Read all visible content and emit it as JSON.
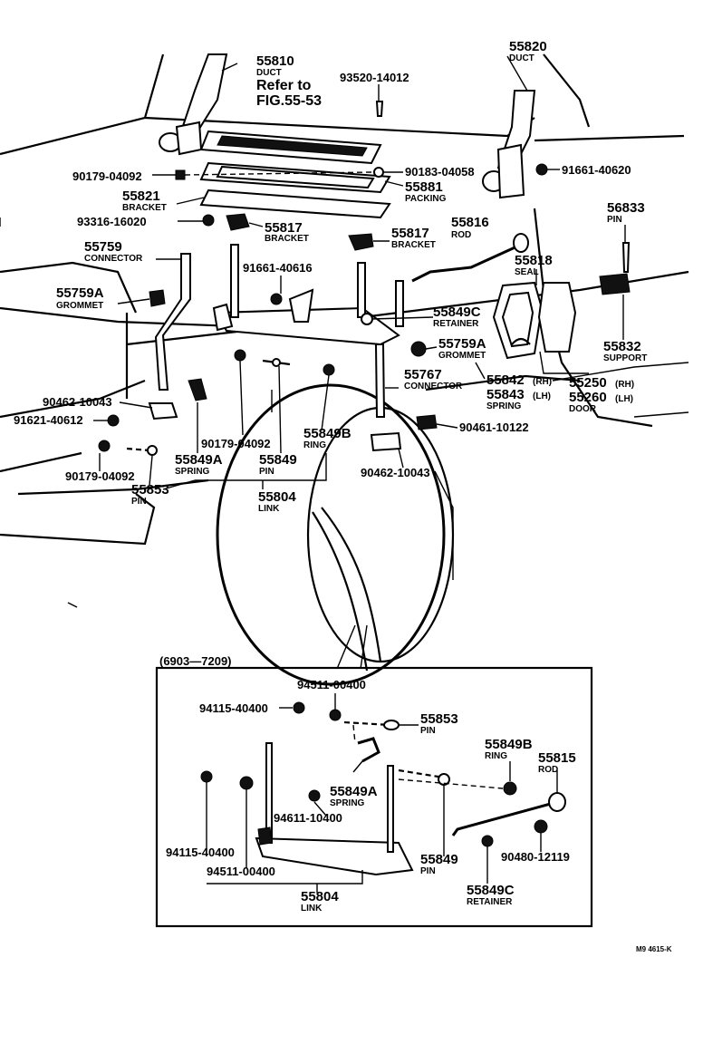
{
  "main_labels": [
    {
      "id": "l55810",
      "num": "55810",
      "name": "DUCT"
    },
    {
      "id": "l55820",
      "num": "55820",
      "name": "DUCT"
    },
    {
      "id": "l93520",
      "num": "93520-14012",
      "name": ""
    },
    {
      "id": "l90179a",
      "num": "90179-04092",
      "name": ""
    },
    {
      "id": "l90183",
      "num": "90183-04058",
      "name": ""
    },
    {
      "id": "l91661a",
      "num": "91661-40620",
      "name": ""
    },
    {
      "id": "l55881",
      "num": "55881",
      "name": "PACKING"
    },
    {
      "id": "l55821",
      "num": "55821",
      "name": "BRACKET"
    },
    {
      "id": "l93316",
      "num": "93316-16020",
      "name": ""
    },
    {
      "id": "l55817a",
      "num": "55817",
      "name": "BRACKET"
    },
    {
      "id": "l55817b",
      "num": "55817",
      "name": "BRACKET"
    },
    {
      "id": "l55816",
      "num": "55816",
      "name": "ROD"
    },
    {
      "id": "l56833",
      "num": "56833",
      "name": "PIN"
    },
    {
      "id": "l55759",
      "num": "55759",
      "name": "CONNECTOR"
    },
    {
      "id": "l91661b",
      "num": "91661-40616",
      "name": ""
    },
    {
      "id": "l55818",
      "num": "55818",
      "name": "SEAL"
    },
    {
      "id": "l55759A1",
      "num": "55759A",
      "name": "GROMMET"
    },
    {
      "id": "l55849C",
      "num": "55849C",
      "name": "RETAINER"
    },
    {
      "id": "l55759A2",
      "num": "55759A",
      "name": "GROMMET"
    },
    {
      "id": "l55832",
      "num": "55832",
      "name": "SUPPORT"
    },
    {
      "id": "l55767",
      "num": "55767",
      "name": "CONNECTOR"
    },
    {
      "id": "l55842",
      "num": "55842",
      "name": "(RH)"
    },
    {
      "id": "l55843",
      "num": "55843",
      "name": "(LH)"
    },
    {
      "id": "l55250",
      "num": "55250",
      "name": "(RH)"
    },
    {
      "id": "l55260",
      "num": "55260",
      "name": "(LH)"
    },
    {
      "id": "l90462a",
      "num": "90462-10043",
      "name": ""
    },
    {
      "id": "l91621",
      "num": "91621-40612",
      "name": ""
    },
    {
      "id": "l90461",
      "num": "90461-10122",
      "name": ""
    },
    {
      "id": "l90179b",
      "num": "90179-04092",
      "name": ""
    },
    {
      "id": "l55849B",
      "num": "55849B",
      "name": "RING"
    },
    {
      "id": "l55849A",
      "num": "55849A",
      "name": "SPRING"
    },
    {
      "id": "l55849",
      "num": "55849",
      "name": "PIN"
    },
    {
      "id": "l90462b",
      "num": "90462-10043",
      "name": ""
    },
    {
      "id": "l90179c",
      "num": "90179-04092",
      "name": ""
    },
    {
      "id": "l55853",
      "num": "55853",
      "name": "PIN"
    },
    {
      "id": "l55804",
      "num": "55804",
      "name": "LINK"
    }
  ],
  "sub_names": {
    "spring": "SPRING",
    "door": "DOOR"
  },
  "reference": {
    "line1": "Refer to",
    "line2": "FIG.55-53"
  },
  "inset": {
    "title": "(6903—7209)",
    "labels": [
      {
        "id": "i94511a",
        "num": "94511-00400",
        "name": ""
      },
      {
        "id": "i94115a",
        "num": "94115-40400",
        "name": ""
      },
      {
        "id": "i55853",
        "num": "55853",
        "name": "PIN"
      },
      {
        "id": "i55849B",
        "num": "55849B",
        "name": "RING"
      },
      {
        "id": "i55815",
        "num": "55815",
        "name": "ROD"
      },
      {
        "id": "i55849A",
        "num": "55849A",
        "name": "SPRING"
      },
      {
        "id": "i94611",
        "num": "94611-10400",
        "name": ""
      },
      {
        "id": "i94115b",
        "num": "94115-40400",
        "name": ""
      },
      {
        "id": "i94511b",
        "num": "94511-00400",
        "name": ""
      },
      {
        "id": "i55849",
        "num": "55849",
        "name": "PIN"
      },
      {
        "id": "i90480",
        "num": "90480-12119",
        "name": ""
      },
      {
        "id": "i55804",
        "num": "55804",
        "name": "LINK"
      },
      {
        "id": "i55849C",
        "num": "55849C",
        "name": "RETAINER"
      }
    ]
  },
  "drawing_code": "M9 4615-K"
}
